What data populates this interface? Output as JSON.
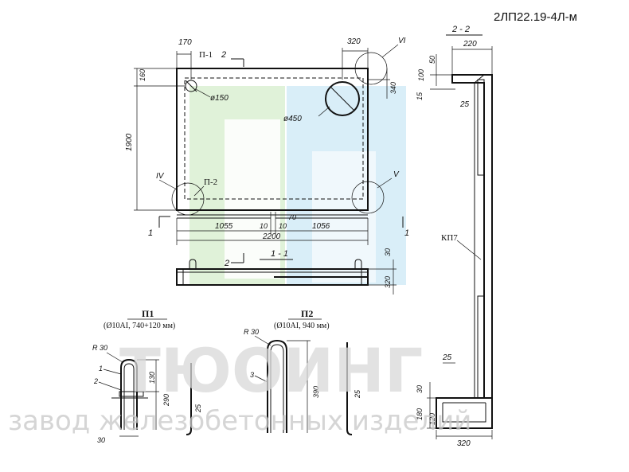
{
  "title": "2ЛП22.19-4Л-м",
  "section_labels": {
    "section_2_2": "2 - 2",
    "section_1_1": "1 - 1",
    "mark_2": "2",
    "mark_1": "1",
    "mark_2b": "2",
    "mark_1b": "1"
  },
  "plan": {
    "dim_top_left": "170",
    "dim_top_right": "320",
    "dim_left_small": "160",
    "dim_left_height": "1900",
    "dim_right_340": "340",
    "label_p1": "П-1",
    "label_p2": "П-2",
    "hole_small": "ø150",
    "hole_large": "ø450",
    "roman_top_right": "VI",
    "roman_left": "IV",
    "roman_right": "V",
    "dim_bottom_left": "1055",
    "dim_bottom_10a": "10",
    "dim_bottom_10b": "10",
    "dim_bottom_70": "70",
    "dim_bottom_right": "1056",
    "dim_total": "2200",
    "dim_side_30": "30",
    "dim_side_320": "320"
  },
  "section_2_2": {
    "dim_top_220": "220",
    "dim_50": "50",
    "dim_100": "100",
    "dim_15": "15",
    "dim_25_top": "25",
    "label_kp7": "КП7",
    "dim_25_bottom": "25",
    "dim_30": "30",
    "dim_180": "180",
    "dim_120": "120",
    "dim_bottom_320": "320"
  },
  "p1": {
    "title": "П1",
    "spec": "(Ø10AI, 740+120 мм)",
    "radius": "R 30",
    "callout_1": "1",
    "callout_2": "2",
    "dim_130": "130",
    "dim_290": "290",
    "dim_30": "30",
    "dim_25": "25"
  },
  "p2": {
    "title": "П2",
    "spec": "(Ø10AI, 940 мм)",
    "radius": "R 30",
    "callout_3": "3",
    "dim_390": "390",
    "dim_25": "25"
  },
  "watermark": {
    "brand": "ТЮОИНГ",
    "tagline": "завод железобетонных изделий"
  }
}
